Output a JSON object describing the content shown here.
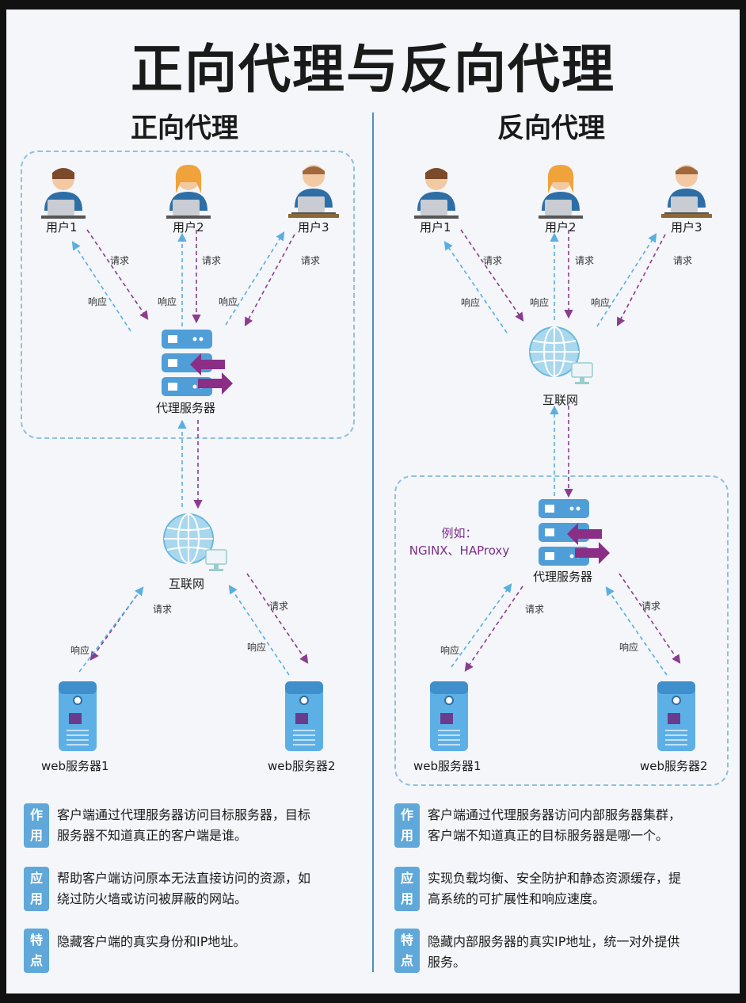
{
  "title": "正向代理与反向代理",
  "forward": {
    "heading": "正向代理",
    "users": [
      "用户1",
      "用户2",
      "用户3"
    ],
    "proxy_label": "代理服务器",
    "internet_label": "互联网",
    "servers": [
      "web服务器1",
      "web服务器2"
    ],
    "request": "请求",
    "response": "响应",
    "notes": [
      {
        "tag": [
          "作",
          "用"
        ],
        "lines": [
          "客户端通过代理服务器访问目标服务器，目标",
          "服务器不知道真正的客户端是谁。"
        ]
      },
      {
        "tag": [
          "应",
          "用"
        ],
        "lines": [
          "帮助客户端访问原本无法直接访问的资源，如",
          "绕过防火墙或访问被屏蔽的网站。"
        ]
      },
      {
        "tag": [
          "特",
          "点"
        ],
        "lines": [
          "隐藏客户端的真实身份和IP地址。"
        ]
      }
    ]
  },
  "reverse": {
    "heading": "反向代理",
    "users": [
      "用户1",
      "用户2",
      "用户3"
    ],
    "internet_label": "互联网",
    "proxy_label": "代理服务器",
    "example_title": "例如：",
    "example_items": "NGINX、HAProxy",
    "servers": [
      "web服务器1",
      "web服务器2"
    ],
    "request": "请求",
    "response": "响应",
    "notes": [
      {
        "tag": [
          "作",
          "用"
        ],
        "lines": [
          "客户端通过代理服务器访问内部服务器集群，",
          "客户端不知道真正的目标服务器是哪一个。"
        ]
      },
      {
        "tag": [
          "应",
          "用"
        ],
        "lines": [
          "实现负载均衡、安全防护和静态资源缓存，提",
          "高系统的可扩展性和响应速度。"
        ]
      },
      {
        "tag": [
          "特",
          "点"
        ],
        "lines": [
          "隐藏内部服务器的真实IP地址，统一对外提供",
          "服务。"
        ]
      }
    ]
  },
  "colors": {
    "request": "#8a3d8f",
    "response": "#5aaee0",
    "box": "#8ec1de",
    "server": "#5fa8d9"
  }
}
